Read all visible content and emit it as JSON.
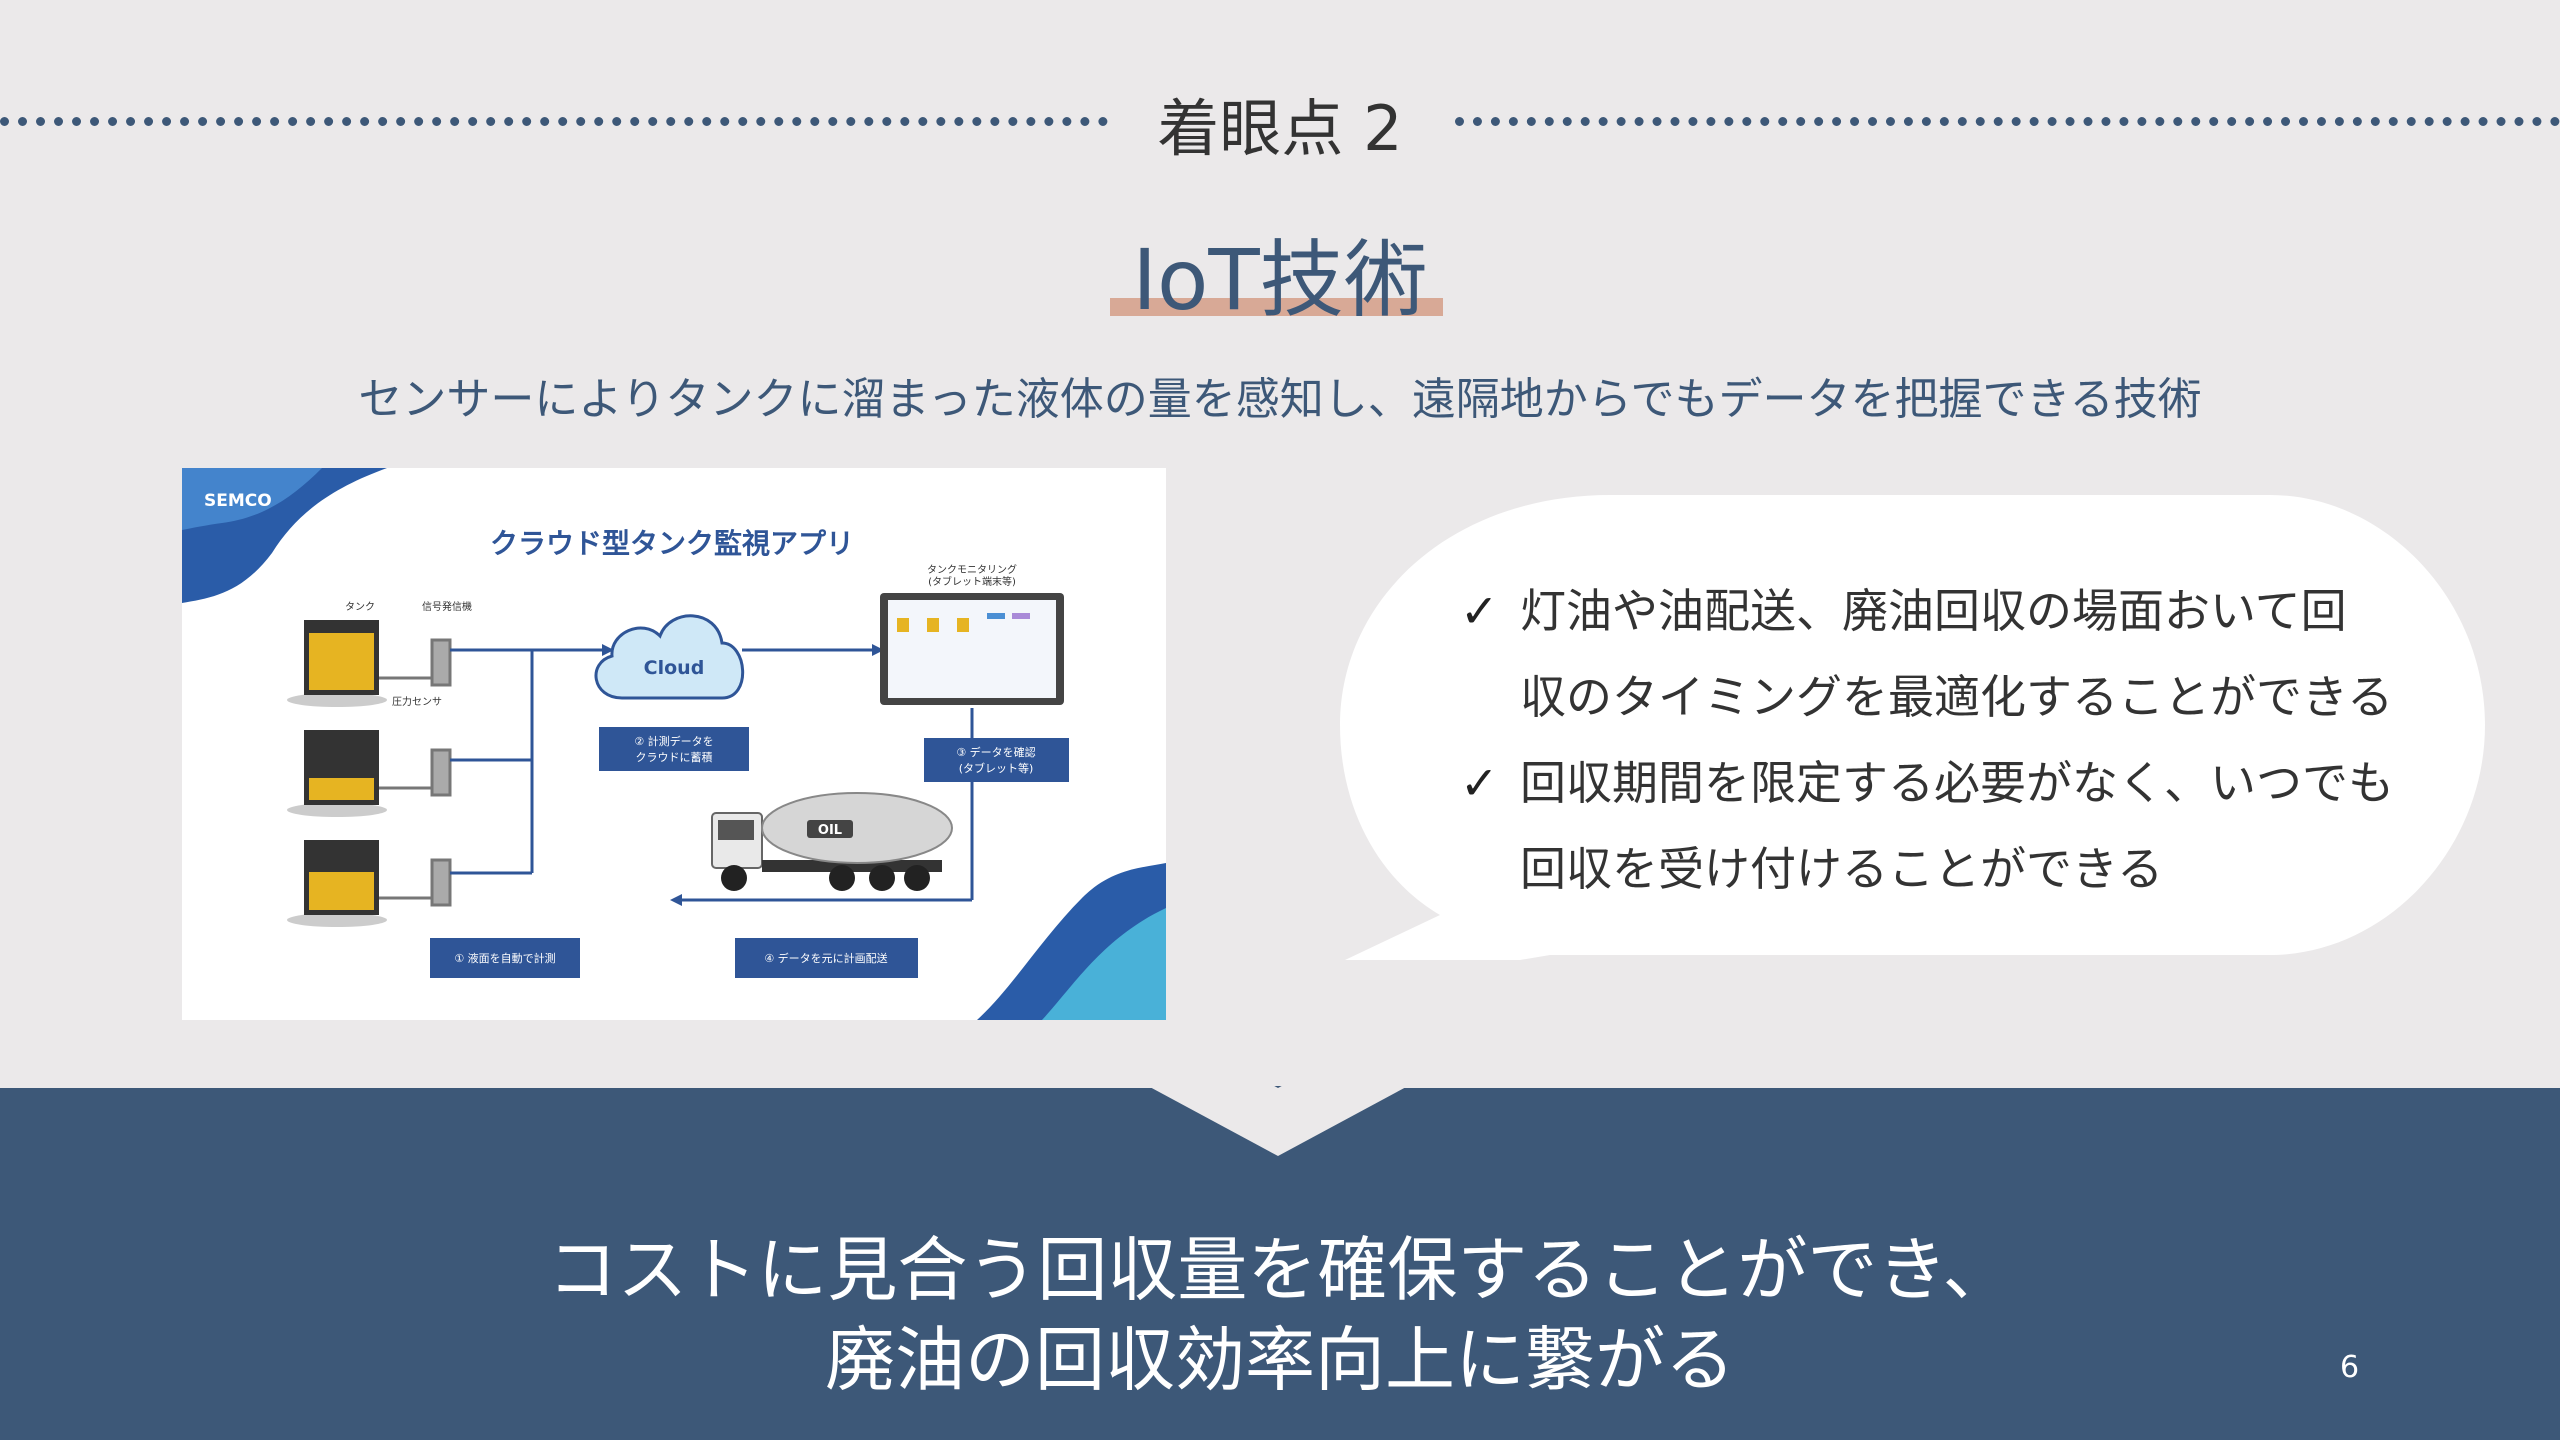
{
  "header": {
    "section_label": "着眼点 2"
  },
  "title": "IoT技術",
  "description": "センサーによりタンクに溜まった液体の量を感知し、遠隔地からでもデータを把握できる技術",
  "slide": {
    "logo": "SEMCO",
    "heading": "クラウド型タンク監視アプリ",
    "tank_label": "タンク",
    "transmitter_label": "信号発信機",
    "sensor_label": "圧力センサ",
    "cloud_label": "Cloud",
    "monitor_label_1": "タンクモニタリング",
    "monitor_label_2": "(タブレット端末等)",
    "step1": "① 液面を自動で計測",
    "step2_line1": "② 計測データを",
    "step2_line2": "クラウドに蓄積",
    "step3_line1": "③ データを確認",
    "step3_line2": "(タブレット等)",
    "step4": "④ データを元に計画配送",
    "truck_label": "OIL"
  },
  "bubble": {
    "items": [
      {
        "mark": "✓",
        "line1": "灯油や油配送、廃油回収の場面おいて回",
        "line2": "収のタイミングを最適化することができる"
      },
      {
        "mark": "✓",
        "line1": "回収期間を限定する必要がなく、いつでも",
        "line2": "回収を受け付けることができる"
      }
    ]
  },
  "banner": {
    "line1": "コストに見合う回収量を確保することができ、",
    "line2": "廃油の回収効率向上に繋がる"
  },
  "page_number": "6",
  "colors": {
    "navy": "#3d5878",
    "highlight": "#d8a996",
    "background": "#ebe9ea",
    "tank_fill": "#e6b422",
    "box_blue": "#2f5597"
  }
}
